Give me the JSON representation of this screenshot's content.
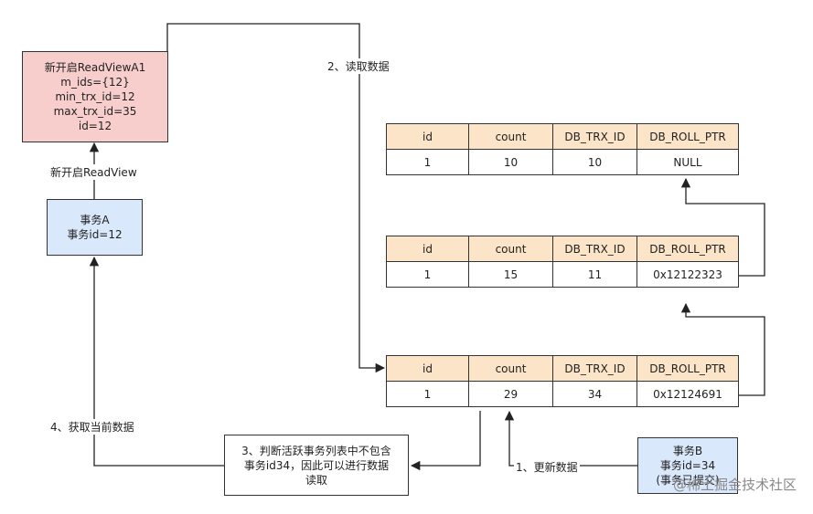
{
  "readview_box": {
    "lines": [
      "新开启ReadViewA1",
      "m_ids={12}",
      "min_trx_id=12",
      "max_trx_id=35",
      "id=12"
    ]
  },
  "txa_box": {
    "lines": [
      "事务A",
      "事务id=12"
    ]
  },
  "txb_box": {
    "lines": [
      "事务B",
      "事务id=34",
      "(事务已提交)"
    ]
  },
  "judge_box": {
    "lines": [
      "3、判断活跃事务列表中不包含",
      "事务id34，因此可以进行数据",
      "读取"
    ]
  },
  "labels": {
    "open_readview": "新开启ReadView",
    "read_data": "2、读取数据",
    "get_current": "4、获取当前数据",
    "update_data": "1、更新数据"
  },
  "tables": [
    {
      "headers": [
        "id",
        "count",
        "DB_TRX_ID",
        "DB_ROLL_PTR"
      ],
      "row": [
        "1",
        "10",
        "10",
        "NULL"
      ]
    },
    {
      "headers": [
        "id",
        "count",
        "DB_TRX_ID",
        "DB_ROLL_PTR"
      ],
      "row": [
        "1",
        "15",
        "11",
        "0x12122323"
      ]
    },
    {
      "headers": [
        "id",
        "count",
        "DB_TRX_ID",
        "DB_ROLL_PTR"
      ],
      "row": [
        "1",
        "29",
        "34",
        "0x12124691"
      ]
    }
  ],
  "watermark": "@稀土掘金技术社区",
  "colors": {
    "pink": "#f8cecc",
    "blue": "#dae8fc",
    "header": "#fce4c8",
    "line": "#333333"
  }
}
